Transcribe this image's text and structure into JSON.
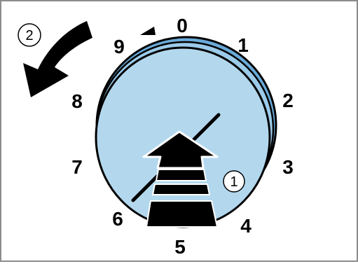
{
  "dial": {
    "numbers": [
      "0",
      "1",
      "2",
      "3",
      "4",
      "5",
      "6",
      "7",
      "8",
      "9"
    ],
    "colors": {
      "face": "#b3d8ee",
      "rim": "#6aaad8",
      "rim_highlight": "#9ccbea",
      "outline": "#000000"
    }
  },
  "callouts": {
    "push": "1",
    "rotate": "2"
  },
  "icons": {
    "rotate_arrow": "curved-arrow-icon",
    "push_arrow": "up-arrow-icon",
    "pointer": "triangle-pointer-icon"
  }
}
